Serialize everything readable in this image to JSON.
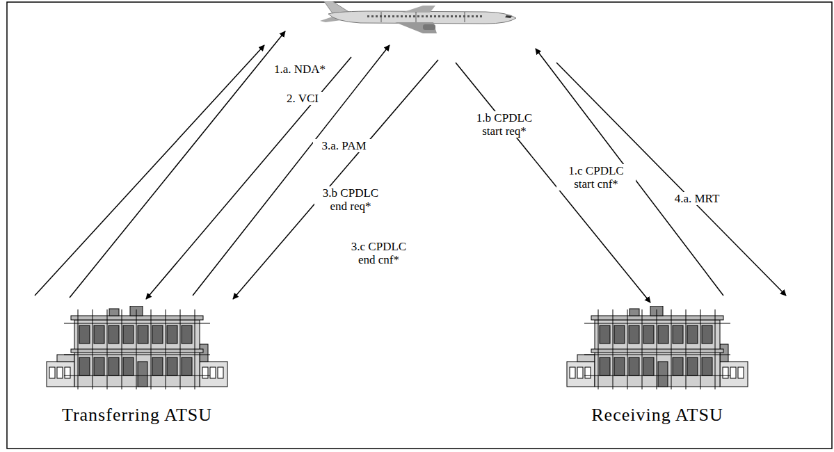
{
  "diagram": {
    "nodes": [
      {
        "text": []
      },
      {
        "text": [
          "Transferring ATSU"
        ]
      },
      {
        "text": [
          "Receiving ATSU"
        ]
      }
    ],
    "edges": [
      {
        "from": 1,
        "to": 0,
        "arrow": "to",
        "label": "1.a. NDA*"
      },
      {
        "from": 1,
        "to": 0,
        "arrow": "to",
        "label": "2. VCI"
      },
      {
        "from": 0,
        "to": 1,
        "arrow": "to",
        "label": "3.a. PAM"
      },
      {
        "from": 1,
        "to": 0,
        "arrow": "to",
        "label": "3.b CPDLC end req*"
      },
      {
        "from": 0,
        "to": 1,
        "arrow": "to",
        "label": "3.c CPDLC end cnf*"
      },
      {
        "from": 0,
        "to": 2,
        "arrow": "to",
        "label": "1.b CPDLC start req*"
      },
      {
        "from": 2,
        "to": 0,
        "arrow": "to",
        "label": "1.c CPDLC start cnf*"
      },
      {
        "from": 0,
        "to": 2,
        "arrow": "to",
        "label": "4.a. MRT"
      }
    ]
  }
}
